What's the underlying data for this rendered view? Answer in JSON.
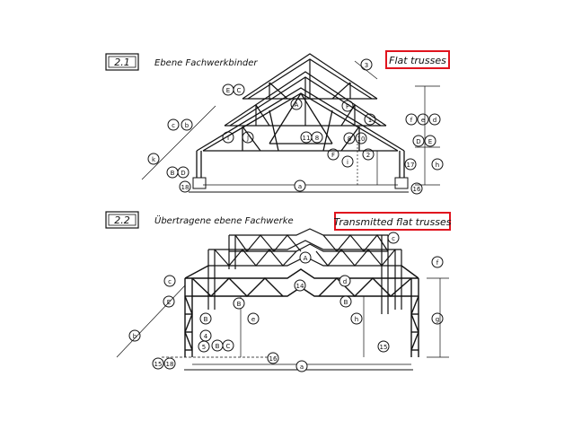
{
  "section1": {
    "number": "2.1",
    "title": "Ebene Fachwerkbinder",
    "callout": "Flat trusses",
    "labels": {
      "a": "a",
      "b": "b",
      "c": "c",
      "d": "d",
      "e": "e",
      "f": "f",
      "h": "h",
      "i": "i",
      "k": "k",
      "A": "A",
      "B": "B",
      "C": "C",
      "D": "D",
      "E": "E",
      "F": "F",
      "I": "I",
      "J": "J",
      "n1": "1",
      "n2": "2",
      "n3": "3",
      "n8": "8",
      "n10": "10",
      "n11": "11",
      "n16": "16",
      "n17": "17",
      "n18": "18"
    }
  },
  "section2": {
    "number": "2.2",
    "title": "Übertragene ebene Fachwerke",
    "callout": "Transmitted flat trusses",
    "labels": {
      "a": "a",
      "b": "b",
      "c": "c",
      "d": "d",
      "e": "e",
      "f": "f",
      "g": "g",
      "h": "h",
      "A": "A",
      "B": "B",
      "C": "C",
      "E": "E",
      "n4": "4",
      "n5": "5",
      "n14": "14",
      "n15": "15",
      "n16": "16",
      "n18": "18"
    }
  },
  "colors": {
    "line": "#111111",
    "callout_border": "#e0141e"
  }
}
